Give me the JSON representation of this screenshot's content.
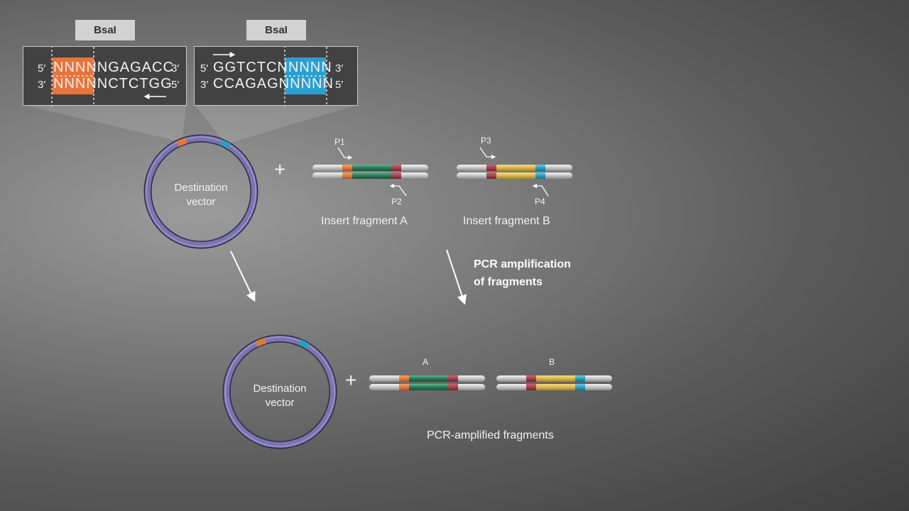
{
  "enzyme_left": {
    "label": "BsaI",
    "top_prime_5": "5′",
    "top_seq_highlight": "NNNN",
    "top_seq_rest": "NGAGACC",
    "top_prime_3": "3′",
    "bottom_prime_3": "3′",
    "bottom_seq_highlight": "NNNN",
    "bottom_seq_rest": "NCTCTGG",
    "bottom_prime_5": "5′",
    "highlight_color": "#e8743b"
  },
  "enzyme_right": {
    "label": "BsaI",
    "top_prime_5": "5′",
    "top_seq_rest": "GGTCTCN",
    "top_seq_highlight": "NNNN",
    "top_prime_3": "3′",
    "bottom_prime_3": "3′",
    "bottom_seq_rest": "CCAGAGN",
    "bottom_seq_highlight": "NNNN",
    "bottom_prime_5": "5′",
    "highlight_color": "#2a9fd0"
  },
  "top_vector": {
    "line1": "Destination",
    "line2": "vector"
  },
  "bottom_vector": {
    "line1": "Destination",
    "line2": "vector"
  },
  "plus_sign": "+",
  "fragment_a": {
    "label": "Insert fragment A",
    "primer_fwd": "P1",
    "primer_rev": "P2"
  },
  "fragment_b": {
    "label": "Insert fragment B",
    "primer_fwd": "P3",
    "primer_rev": "P4"
  },
  "pcr_step": {
    "line1": "PCR amplification",
    "line2": "of fragments"
  },
  "amplified": {
    "label_a": "A",
    "label_b": "B",
    "caption": "PCR-amplified fragments"
  },
  "colors": {
    "vector_ring": "#7a74b0",
    "overhang_orange": "#e07a3f",
    "overhang_red": "#a8404c",
    "overhang_cyan": "#2aa0c4",
    "insert_green": "#2a7a58",
    "insert_yellow": "#d8b850"
  }
}
